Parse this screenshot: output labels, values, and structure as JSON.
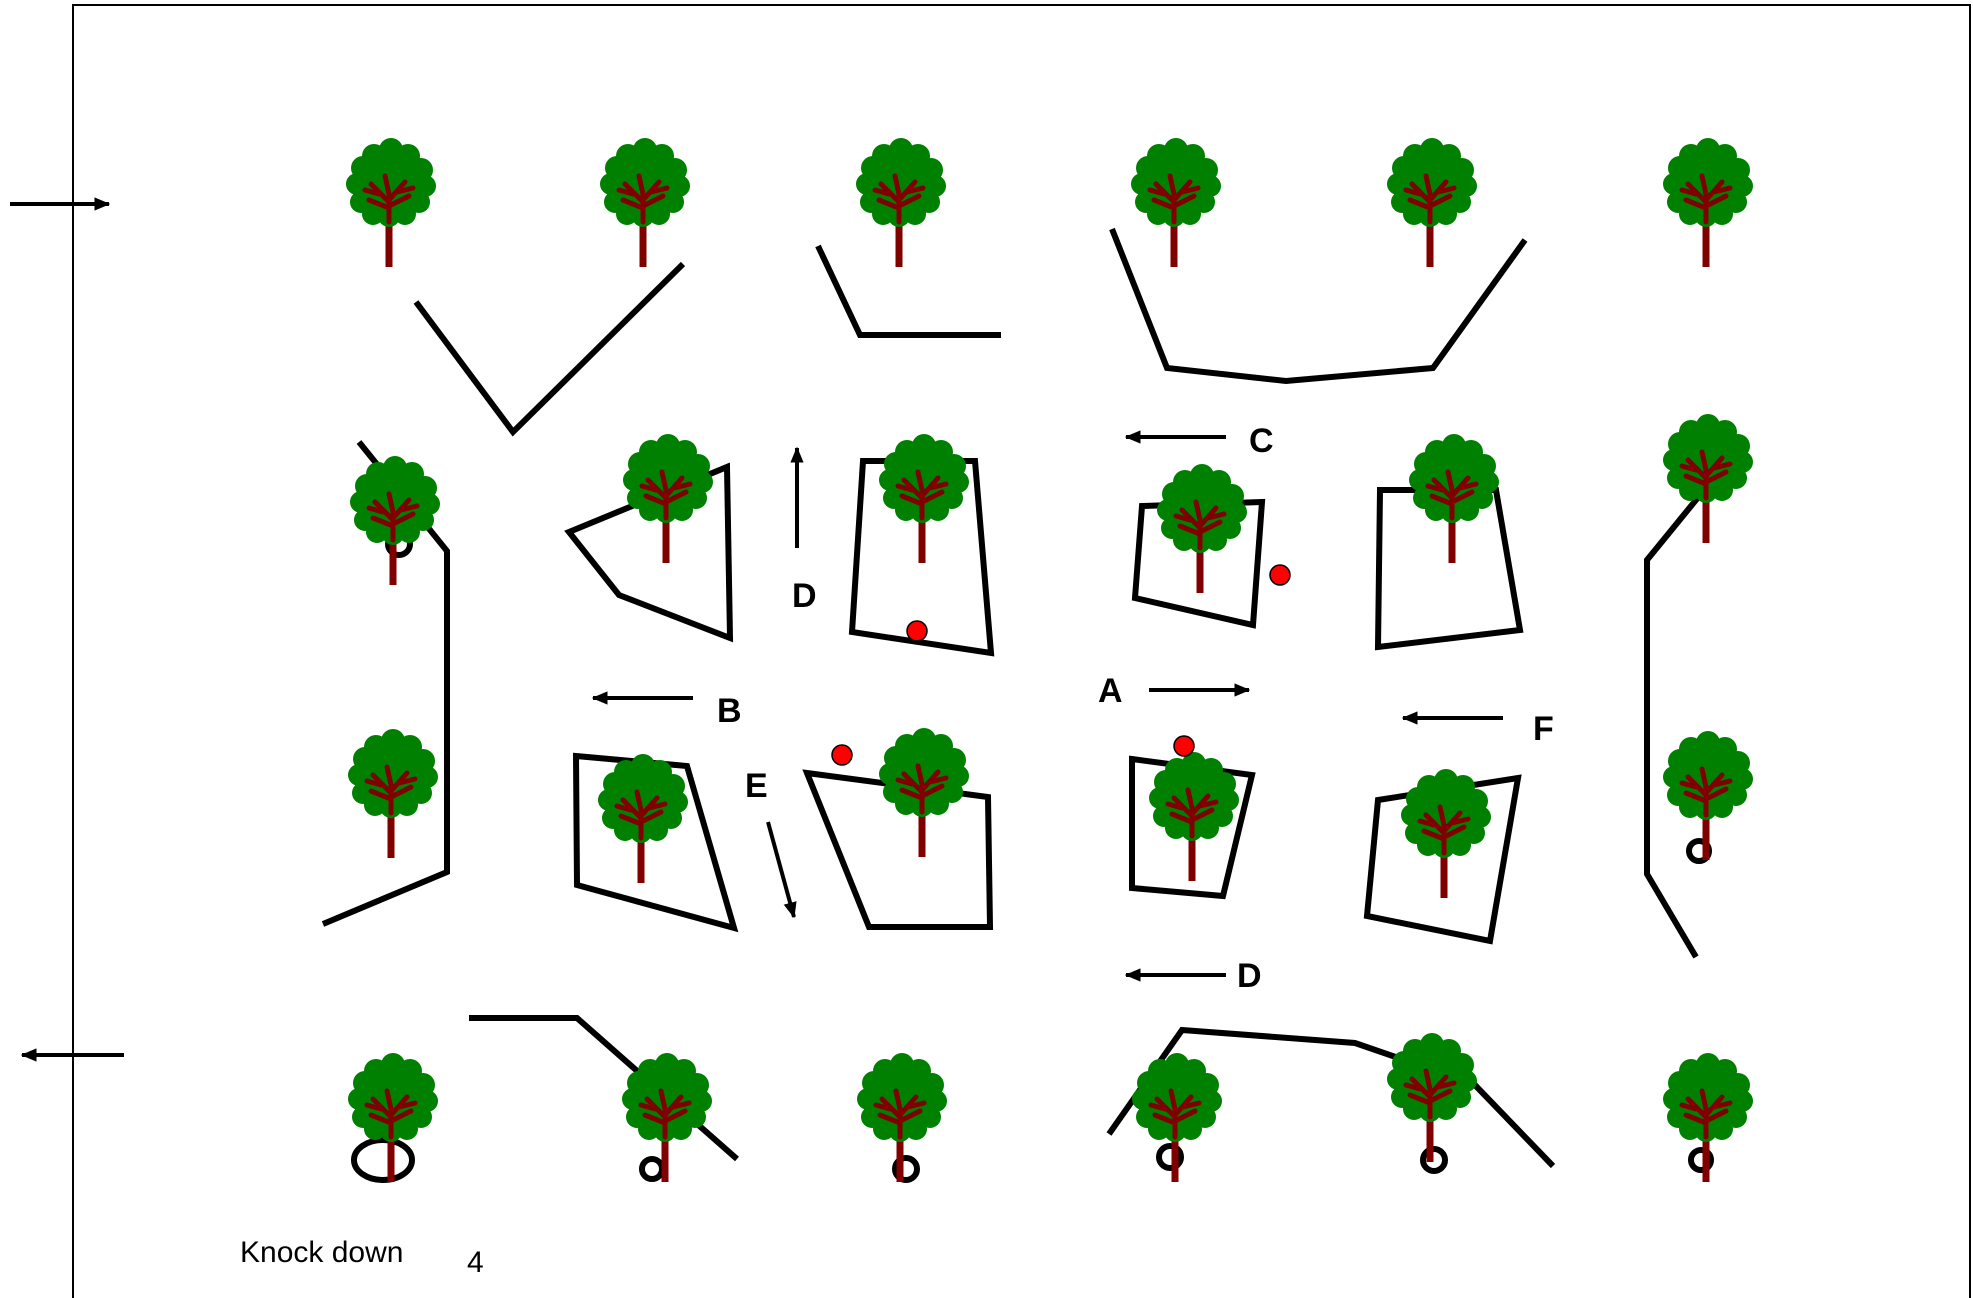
{
  "labels": {
    "a": "A",
    "b": "B",
    "c": "C",
    "d_top": "D",
    "d_bottom": "D",
    "e": "E",
    "f": "F"
  },
  "caption": {
    "text": "Knock down",
    "number": "4"
  },
  "colors": {
    "foliage": "#008000",
    "trunk": "#800000",
    "marker": "#ff0000",
    "line": "#000000"
  },
  "icons": {
    "tree": "tree-icon",
    "marker": "red-dot-marker",
    "arrow": "arrow-icon"
  }
}
